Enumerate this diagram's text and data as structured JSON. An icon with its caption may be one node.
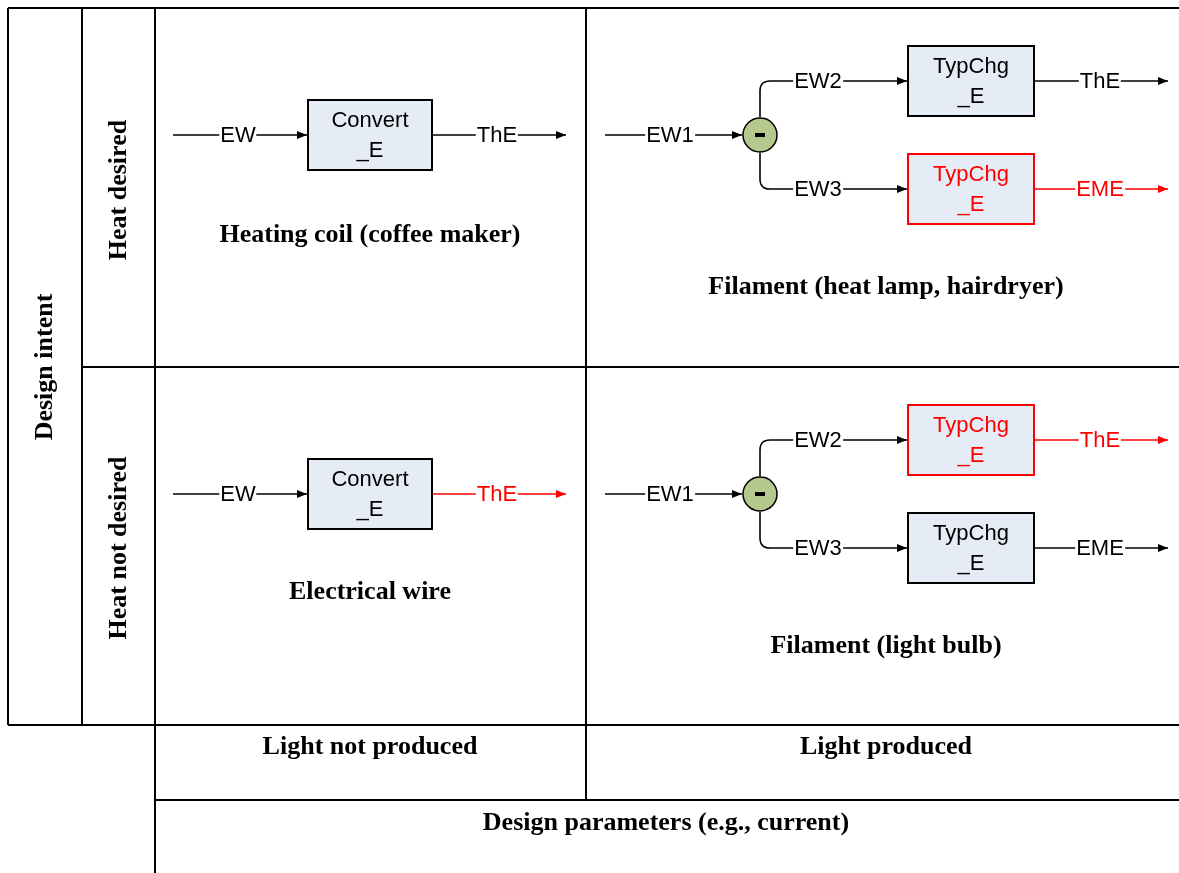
{
  "diagram": {
    "nodes": [
      {
        "text": [
          "Convert _E"
        ]
      },
      {
        "text": [],
        "shape": "circle"
      },
      {
        "text": [
          "TypChg _E"
        ]
      },
      {
        "text": [
          "TypChg _E"
        ]
      },
      {
        "text": [
          "Convert _E"
        ]
      },
      {
        "text": [],
        "shape": "circle"
      },
      {
        "text": [
          "TypChg _E"
        ]
      },
      {
        "text": [
          "TypChg _E"
        ]
      }
    ],
    "edges": [
      {
        "from": null,
        "to": 0,
        "arrow": "to",
        "label": "EW"
      },
      {
        "from": 0,
        "to": null,
        "arrow": "to",
        "label": "ThE"
      },
      {
        "from": null,
        "to": 1,
        "arrow": "to",
        "label": "EW1"
      },
      {
        "from": 1,
        "to": 2,
        "arrow": "to",
        "label": "EW2"
      },
      {
        "from": 1,
        "to": 3,
        "arrow": "to",
        "label": "EW3"
      },
      {
        "from": 2,
        "to": null,
        "arrow": "to",
        "label": "ThE"
      },
      {
        "from": 3,
        "to": null,
        "arrow": "to",
        "label": "EME",
        "color": "#ff0000"
      },
      {
        "from": null,
        "to": 4,
        "arrow": "to",
        "label": "EW"
      },
      {
        "from": 4,
        "to": null,
        "arrow": "to",
        "label": "ThE",
        "color": "#ff0000"
      },
      {
        "from": null,
        "to": 5,
        "arrow": "to",
        "label": "EW1"
      },
      {
        "from": 5,
        "to": 6,
        "arrow": "to",
        "label": "EW2"
      },
      {
        "from": 5,
        "to": 7,
        "arrow": "to",
        "label": "EW3"
      },
      {
        "from": 6,
        "to": null,
        "arrow": "to",
        "label": "ThE",
        "color": "#ff0000"
      },
      {
        "from": 7,
        "to": null,
        "arrow": "to",
        "label": "EME"
      }
    ],
    "labels": [
      "Design intent",
      "Heat desired",
      "Heating coil (coffee maker)",
      "Filament (heat lamp, hairdryer)",
      "Heat not desired",
      "Electrical wire",
      "Filament (light bulb)",
      "Light not produced",
      "Light produced",
      "Design parameters (e.g., current)"
    ]
  }
}
